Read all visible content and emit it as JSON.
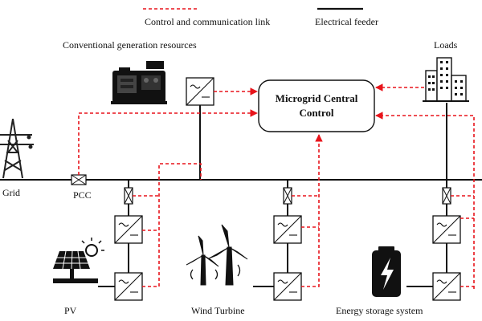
{
  "legend": {
    "control_link": "Control and communication link",
    "electrical_feeder": "Electrical feeder"
  },
  "labels": {
    "conventional": "Conventional generation resources",
    "loads": "Loads",
    "mcc_line1": "Microgrid Central",
    "mcc_line2": "Control",
    "grid": "Grid",
    "pcc": "PCC",
    "pv": "PV",
    "wind": "Wind Turbine",
    "storage": "Energy storage system"
  },
  "icons": {
    "grid": "transmission-tower-icon",
    "generator": "diesel-generator-icon",
    "loads": "building-icon",
    "pv": "solar-panel-icon",
    "wind": "wind-turbine-icon",
    "storage": "battery-icon"
  },
  "colors": {
    "control_link": "#e8141b",
    "feeder": "#111111"
  }
}
